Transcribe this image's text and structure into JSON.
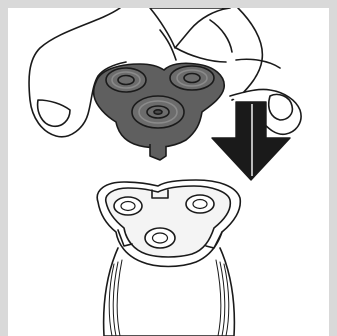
{
  "illustration": {
    "subject": "shaving-head-insertion",
    "colors": {
      "frame": "#d9d9d9",
      "background": "#ffffff",
      "outline": "#1a1a1a",
      "head_fill": "#5f5f5f",
      "head_highlight": "#8a8a8a",
      "arrow_fill": "#1a1a1a"
    },
    "icons": [
      "hand",
      "shaving-head",
      "down-arrow",
      "shaver-body"
    ]
  }
}
